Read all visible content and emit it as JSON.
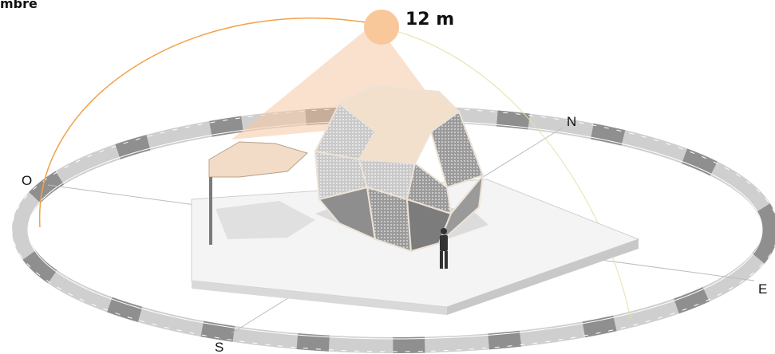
{
  "header": {
    "month_label": "mbre"
  },
  "sun": {
    "height_label": "12 m",
    "color": "#f8c89a"
  },
  "compass": {
    "north": "N",
    "south": "S",
    "east": "E",
    "west": "O"
  },
  "colors": {
    "sun_path": "#f0a24a",
    "sun_beam": "#f6c9a4",
    "ring_dark": "#8f8f8f",
    "platform": "#f2f2f2",
    "shade": "#e3e3e3",
    "dome_dark": "#7c7c7c",
    "dome_light": "#f3e0cc"
  }
}
